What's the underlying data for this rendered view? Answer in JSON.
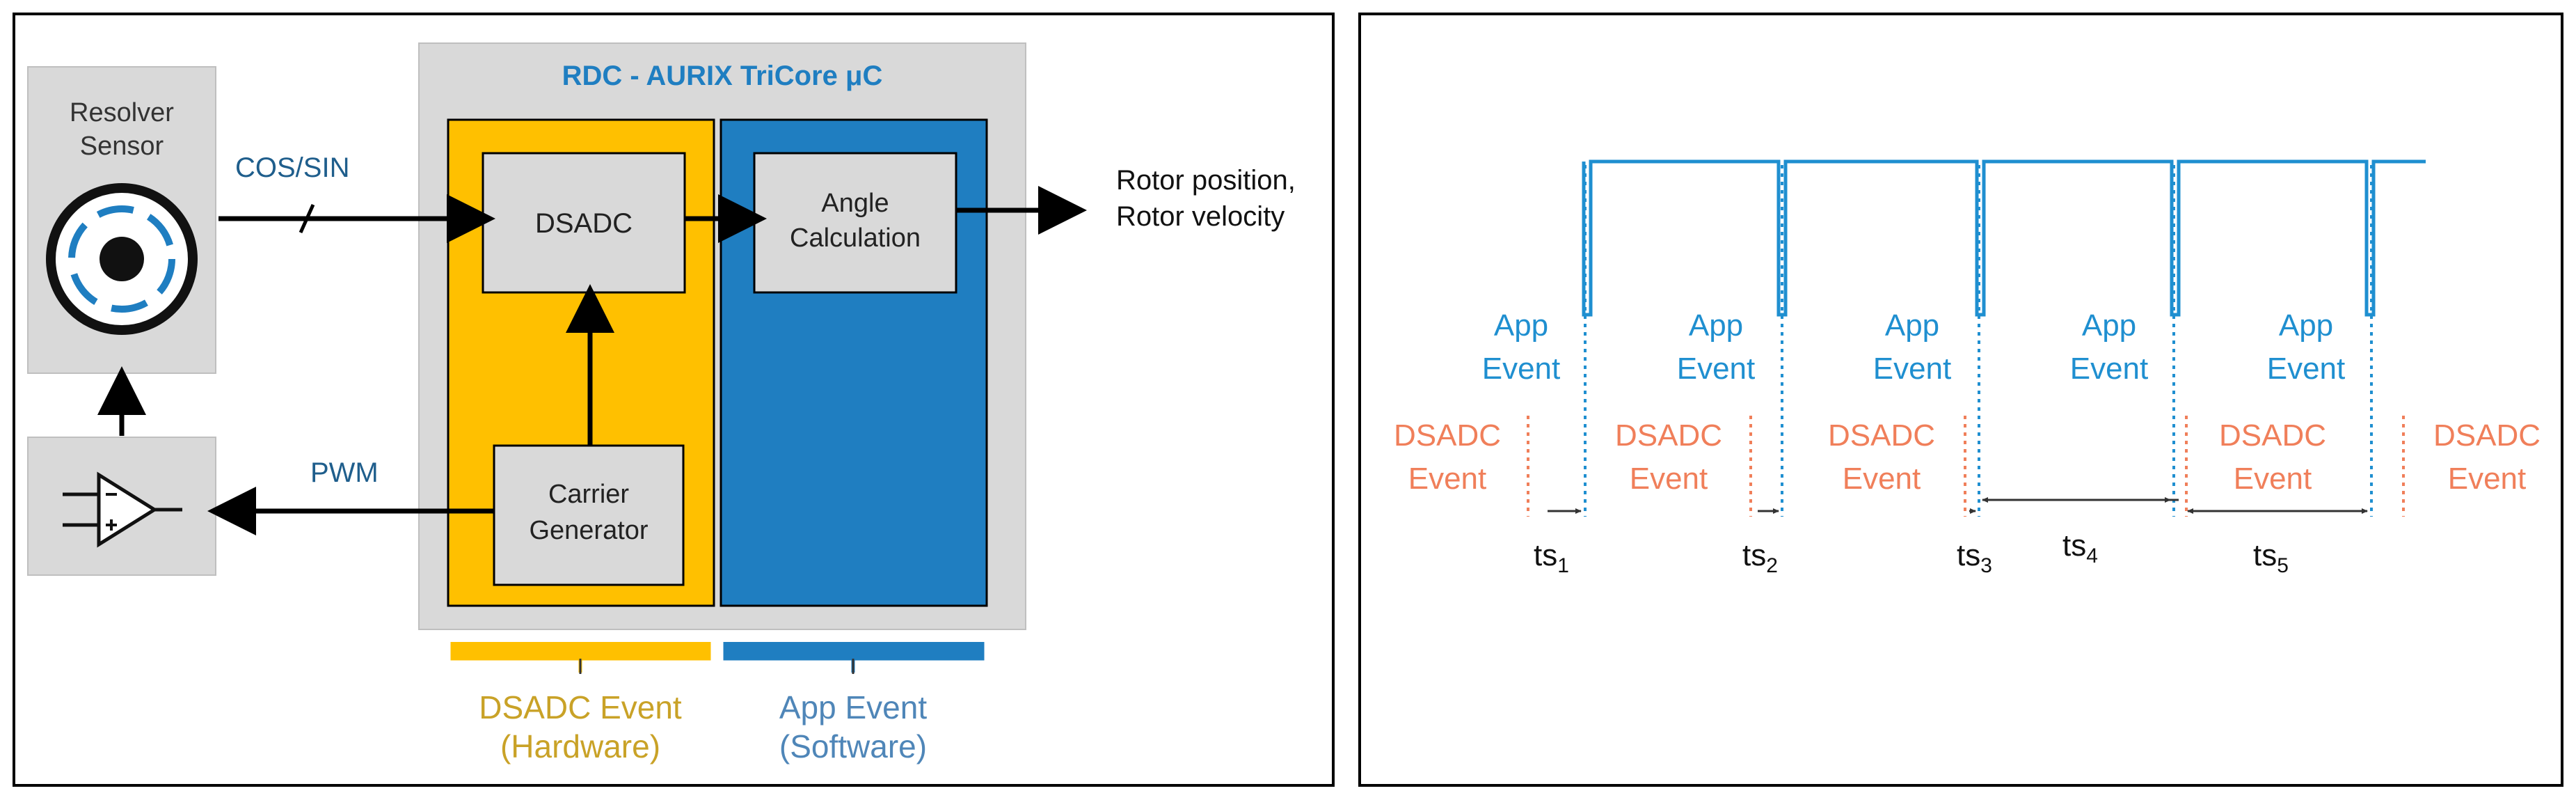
{
  "block_diagram": {
    "title": "RDC - AURIX TriCore μC",
    "resolver_label_line1": "Resolver",
    "resolver_label_line2": "Sensor",
    "cos_sin_label": "COS/SIN",
    "pwm_label": "PWM",
    "dsadc_label": "DSADC",
    "angle_calc_line1": "Angle",
    "angle_calc_line2": "Calculation",
    "carrier_line1": "Carrier",
    "carrier_line2": "Generator",
    "output_line1": "Rotor position,",
    "output_line2": "Rotor velocity",
    "dsadc_event_line1": "DSADC Event",
    "dsadc_event_line2": "(Hardware)",
    "app_event_line1": "App Event",
    "app_event_line2": "(Software)"
  },
  "timing_diagram": {
    "app_label_line1": "App",
    "app_label_line2": "Event",
    "dsadc_label_line1": "DSADC",
    "dsadc_label_line2": "Event",
    "ts_base": "ts",
    "ts_subscripts": [
      "1",
      "2",
      "3",
      "4",
      "5"
    ]
  },
  "colors": {
    "dsadc_yellow": "#FFC000",
    "app_blue": "#1F7EC1",
    "title_blue": "#1F7EC1",
    "dsadc_event_text": "#C9A227",
    "app_event_text": "#4F86B8",
    "timing_blue": "#1F8FD0",
    "dsadc_orange": "#F07F5A",
    "gray_box": "#D9D9D9"
  }
}
